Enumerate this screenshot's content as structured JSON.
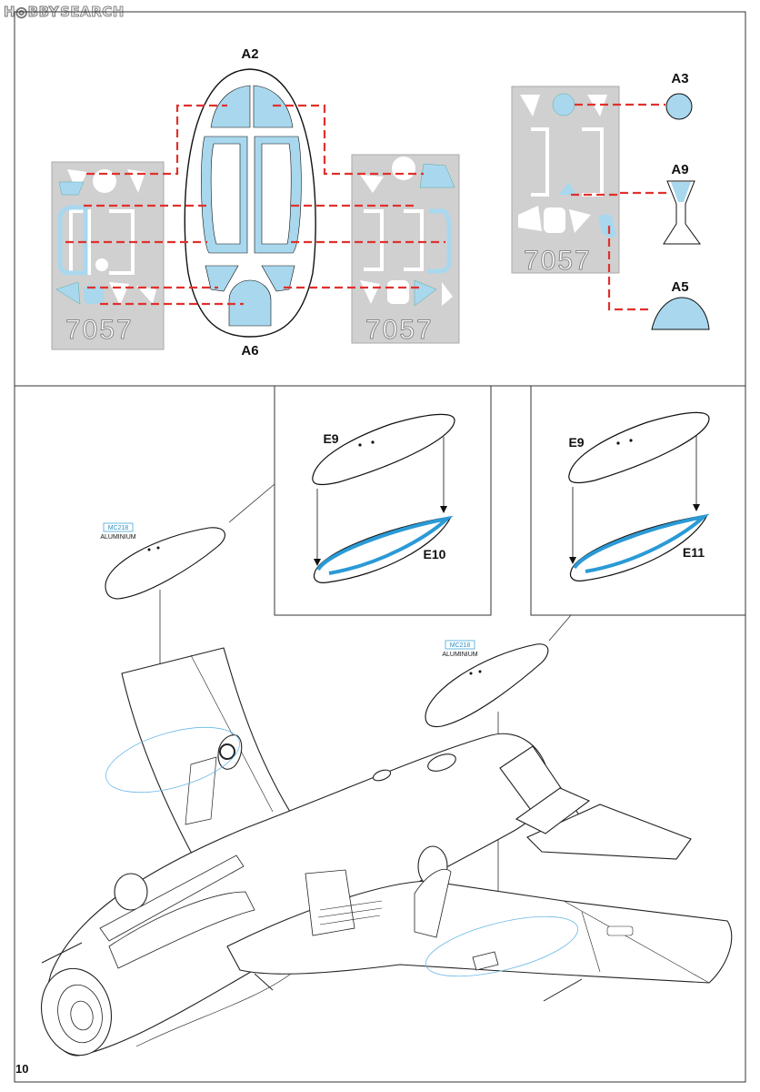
{
  "watermark": {
    "part1": "H◎BBY",
    "part2": "SEARCH"
  },
  "page_number": "10",
  "colors": {
    "mask_blue": "#a9d8ee",
    "leader_red": "#e0312d",
    "fret_gray": "#d0d0d0",
    "callout_blue": "#2a9ad6"
  },
  "masks": {
    "fret_code": "7057",
    "canopy_labels": {
      "front": "A2",
      "rear": "A6"
    },
    "right_labels": {
      "a3": "A3",
      "a9": "A9",
      "a5": "A5"
    }
  },
  "detail_left": {
    "top_part": "E9",
    "bottom_part": "E10"
  },
  "detail_right": {
    "top_part": "E9",
    "bottom_part": "E11"
  },
  "paint_callouts": [
    {
      "code": "MC218",
      "name": "ALUMINIUM"
    },
    {
      "code": "MC218",
      "name": "ALUMINIUM"
    }
  ]
}
